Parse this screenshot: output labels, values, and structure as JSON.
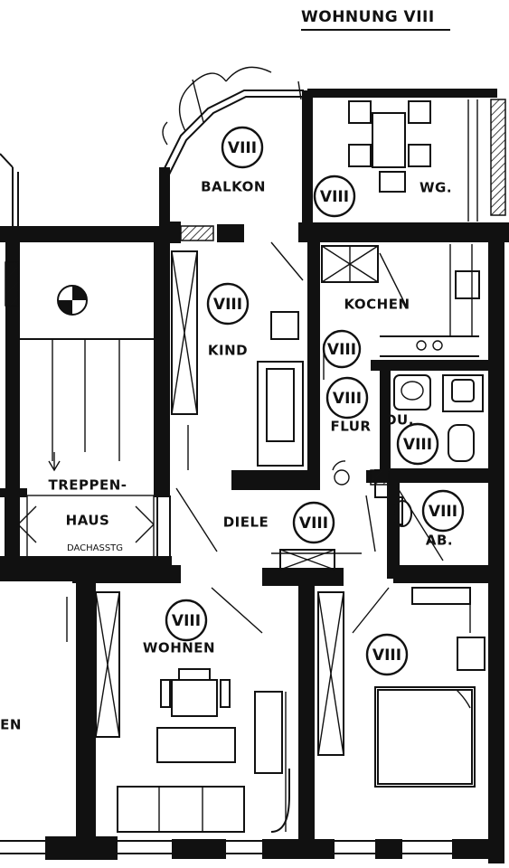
{
  "plan_title": "WOHNUNG VIII",
  "unit_mark": "VIII",
  "rooms": {
    "balkon": "BALKON",
    "wg": "WG.",
    "kochen": "KOCHEN",
    "kind": "KIND",
    "flur": "FLUR",
    "du": "DU.",
    "treppenhaus_line1": "TREPPEN-",
    "treppenhaus_line2": "HAUS",
    "dachasstg": "DACHASSTG",
    "diele": "DIELE",
    "ab": "AB.",
    "wohnen": "WOHNEN",
    "partial_left": "EN"
  }
}
